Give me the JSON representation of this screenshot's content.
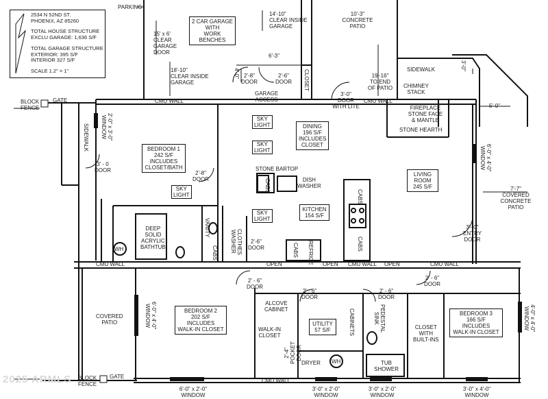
{
  "address": {
    "street": "2534 N 52ND ST.",
    "city": "PHOENIX, AZ 85260"
  },
  "legend": {
    "house": "TOTAL HOUSE STRUCTURE\nEXCLU GARAGE: 1,636 S/F",
    "garage": "TOTAL GARAGE STRUCTURE\nEXTERIOR: 395 S/F\nINTERIOR 327 S/F",
    "scale": "SCALE 1.2\" = 1\""
  },
  "watermark": "2025 ARMLS",
  "rooms": {
    "garage": "2 CAR GARAGE\nWITH\nWORK BENCHES",
    "dining": "DINING\n196 S/F\nINCLUDES\nCLOSET",
    "bedroom1": "BEDROOM 1\n242 S/F\nINCLUDES\nCLOSET/BATH",
    "living": "LIVING\nROOM\n245 S/F",
    "kitchen": "KITCHEN\n154 S/F",
    "bedroom2": "BEDROOM 2\n202 S/F\nINCLUDES\nWALK-IN CLOSET",
    "utility": "UTILITY\n57 S/F",
    "bedroom3": "BEDROOM 3\n166 S/F\nINCLUDES\nWALK-IN CLOSET"
  },
  "labels": {
    "parking": "PARKING",
    "garage_door": "15' x 6'\nCLEAR\nGARAGE\nDOOR",
    "garage_clear_top": "14'-10\"\nCLEAR INSIDE\nGARAGE",
    "garage_clear_side": "18'-10\"\nCLEAR INSIDE\nGARAGE",
    "patio": "10'-3\"\nCONCRETE\nPATIO",
    "end_patio": "19'-16\"\nTO END\nOF PATIO",
    "sidewalk_top": "SIDEWALK",
    "chimney": "CHIMNEY\nSTACK",
    "fireplace": "FIREPLACE\nSTONE FACE\n& MANTLE",
    "hearth": "STONE HEARTH",
    "dim_5": "5'-0\"",
    "dim_3_top": "3'-0\"",
    "dim_63": "6'-3\"",
    "dim_40": "4'-0\"",
    "door_28a": "2'-8\"\nDOOR",
    "door_26a": "2'-6\"\nDOOR",
    "closet": "CLOSET",
    "garage_access": "GARAGE\nACCESS",
    "door_lite": "3'-0\"\nDOOR\nWITH LITE",
    "block_fence_top": "BLOCK\nFENCE",
    "gate_top": "GATE",
    "cmu_wall_1": "CMU WALL",
    "cmu_wall_2": "CMU WALL",
    "sidewalk_left": "SIDEWALK",
    "window_left1": "2'-0\" x 3'-0\"\nWINDOW",
    "door_30_left": "3' - 0\nDOOR",
    "skylight_1": "SKY\nLIGHT",
    "skylight_2": "SKY\nLIGHT",
    "skylight_3": "SKY\nLIGHT",
    "skylight_4": "SKY\nLIGHT",
    "door_28b": "2'-8\"\nDOOR",
    "stone_bartop": "STONE BARTOP",
    "cabs_1": "CABS",
    "dishwasher": "DISH\nWASHER",
    "window_right": "6'-0\" x 4'-0\"\nWINDOW",
    "covered_patio_right": "7'-7\"\nCOVERED\nCONCRETE PATIO",
    "entry_door": "3'- 0\"\nENTRY\nDOOR",
    "cabs_2": "CABS",
    "cabs_3": "CABS",
    "deep_tub": "DEEP\nSOLID\nACRYLIC\nBATHTUB",
    "wh_1": "WH",
    "vanity": "VANITY",
    "cabs_4": "CABS",
    "clothes_washer": "CLOTHES\nWASHER",
    "door_26b": "2'-6\"\nDOOR",
    "cabs_5": "CABS",
    "refrige": "REFRIGE",
    "cmu_wall_3": "CMU WALL",
    "open_1": "OPEN",
    "open_2": "OPEN",
    "cmu_wall_4": "CMU WALL",
    "open_3": "OPEN",
    "cmu_wall_5": "CMU WALL",
    "door_26c": "2' - 6\"\nDOOR",
    "door_26d": "2' - 6\"\nDOOR",
    "door_26e": "2' - 6\"\nDOOR",
    "door_26f": "2' - 6\"\nDOOR",
    "alcove": "ALCOVE\nCABINET",
    "pedestal_sink": "PEDESTAL\nSINK",
    "cabinets": "CABINETS",
    "closet_builtins": "CLOSET\nWITH\nBUILT-INS",
    "window_right2": "4'-0\" x 4'-0\"\nWINDOW",
    "covered_patio_left": "COVERED\nPATIO",
    "window_bed2": "6'-0\" x 4'-0\"\nWINDOW",
    "walkin_closet": "WALK-IN\nCLOSET",
    "pocket_door": "2'-4\"\nPOCKET\nDOOR",
    "dryer": "DRYER",
    "wh_2": "WH",
    "tub_shower": "TUB\nSHOWER",
    "block_fence_bottom": "BLOCK\nFENCE",
    "gate_bottom": "GATE",
    "cmu_wall_bottom": "CMU WALL",
    "window_b1": "6'-0\" x 2'-0\"\nWINDOW",
    "window_b2": "3'-0\" x 2'-0\"\nWINDOW",
    "window_b3": "3'-0\" x 2'-0\"\nWINDOW",
    "window_b4": "3'-0\" x 4'-0\"\nWINDOW"
  }
}
